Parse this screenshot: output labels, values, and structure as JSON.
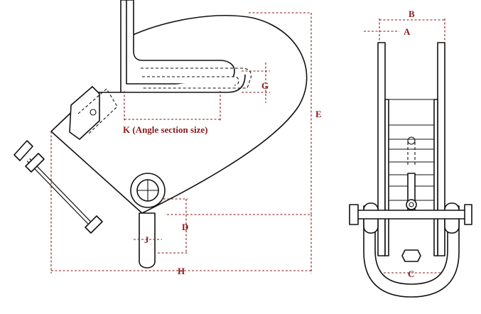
{
  "diagram": {
    "dimension_color": "#8b1a1a",
    "labels": {
      "k": "K (Angle section size)",
      "g": "G",
      "e": "E",
      "h": "H",
      "d": "D",
      "j": "J",
      "a": "A",
      "b": "B",
      "c": "C"
    }
  }
}
